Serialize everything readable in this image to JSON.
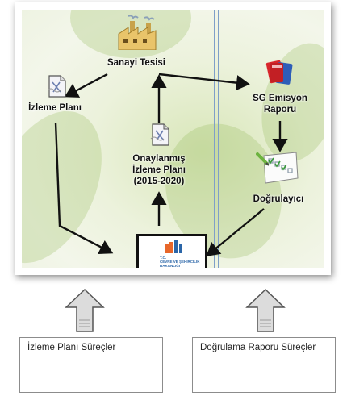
{
  "diagram": {
    "nodes": {
      "facility": "Sanayi  Tesisi",
      "monitoring_plan": "İzleme Planı",
      "approved_plan": [
        "Onaylanmış",
        "İzleme Planı",
        "(2015-2020)"
      ],
      "emission_report": [
        "SG Emisyon",
        "Raporu"
      ],
      "verifier": "Doğrulayıcı"
    },
    "ministry": [
      "T.C.",
      "ÇEVRE VE ŞEHİRCİLİK",
      "BAKANLIĞI"
    ],
    "boxes": {
      "left": "İzleme Planı Süreçler",
      "right": "Doğrulama Raporu Süreçler"
    },
    "colors": {
      "accent_line": "#7f9fc8",
      "arrow": "#111111",
      "report_red": "#d8262b",
      "report_blue": "#2d5db8",
      "ministry_orange": "#e8672a",
      "ministry_blue": "#2b66a8"
    },
    "icons": [
      "factory-icon",
      "document-icon",
      "books-icon",
      "checklist-icon",
      "ministry-logo-icon",
      "up-arrow-icon"
    ]
  }
}
